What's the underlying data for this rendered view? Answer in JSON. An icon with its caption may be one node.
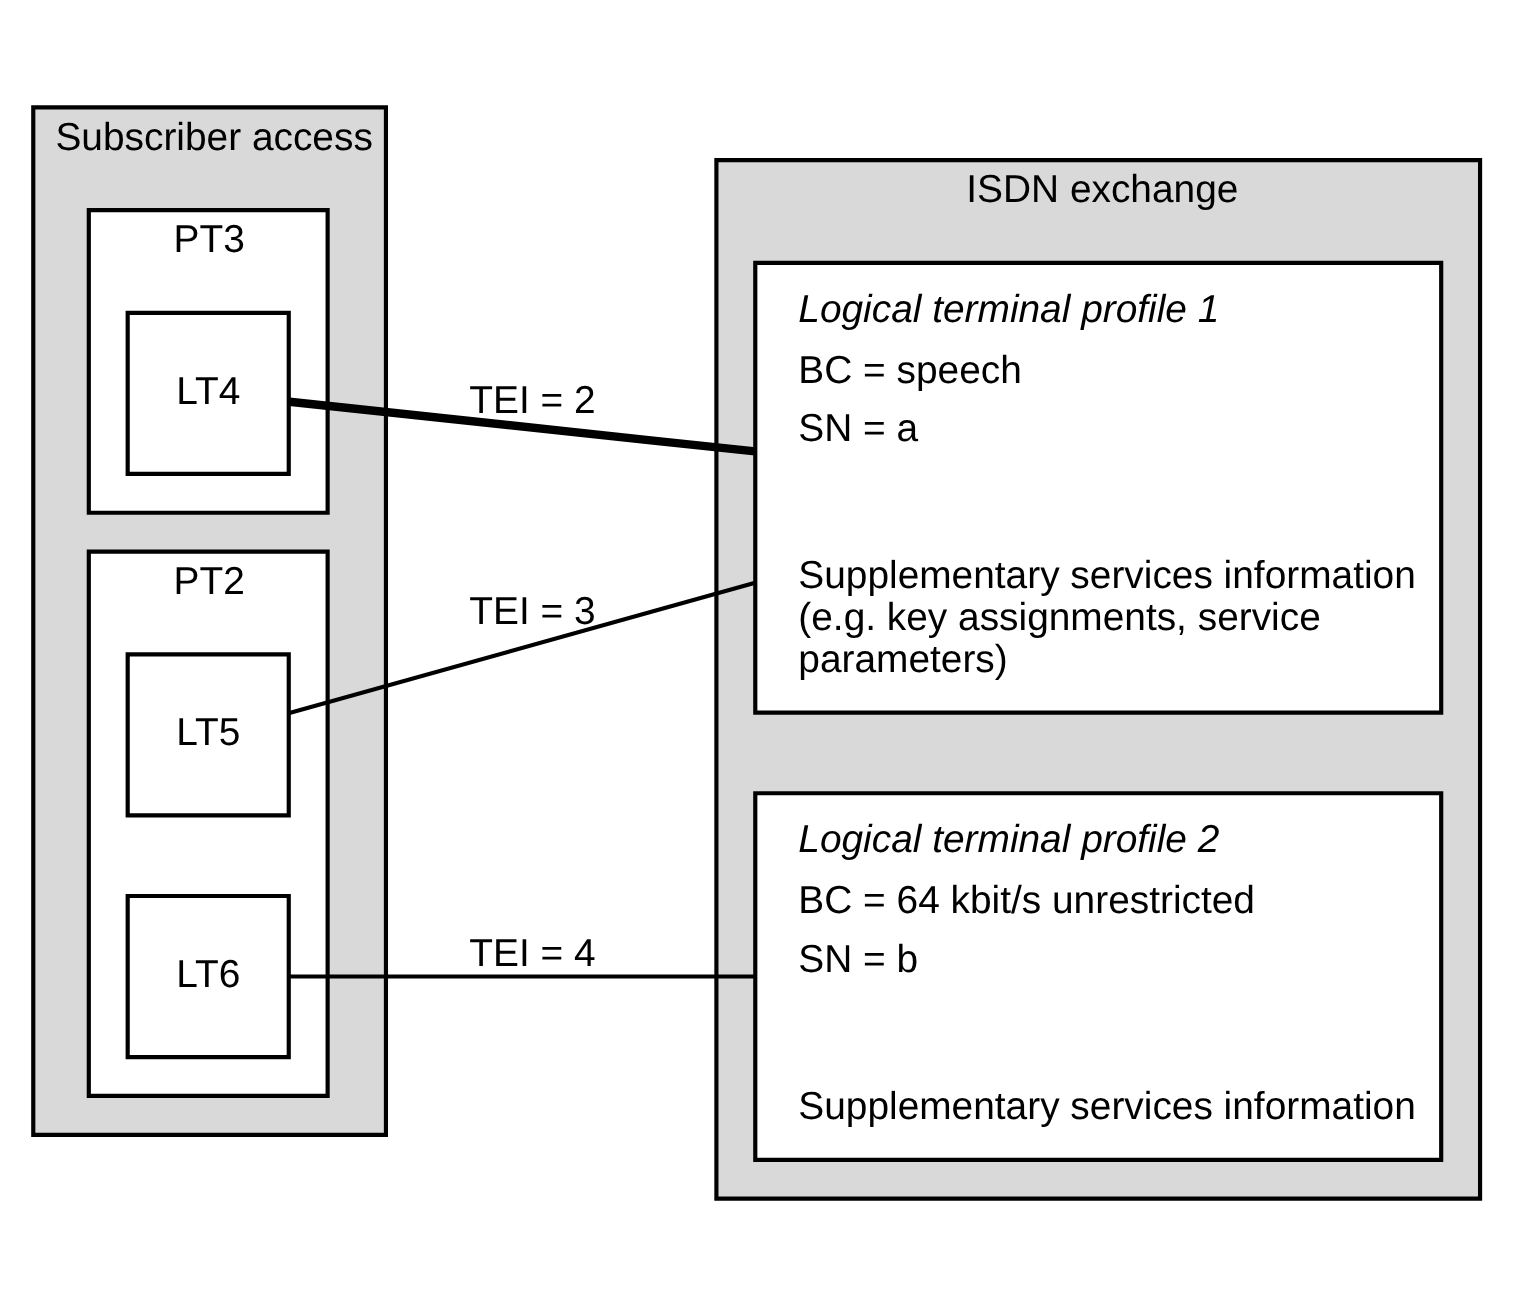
{
  "diagram": {
    "nodes": [
      {
        "text": [
          "Subscriber access"
        ]
      },
      {
        "text": [
          "PT3"
        ],
        "in": 0
      },
      {
        "text": [
          "LT4"
        ],
        "in": 1
      },
      {
        "text": [
          "PT2"
        ],
        "in": 0
      },
      {
        "text": [
          "LT5"
        ],
        "in": 3
      },
      {
        "text": [
          "LT6"
        ],
        "in": 3
      },
      {
        "text": [
          "ISDN exchange"
        ]
      },
      {
        "text": [
          "Logical terminal profile 1",
          "BC = speech",
          "SN = a",
          "Supplementary services information (e.g. key assignments, service parameters)"
        ],
        "in": 6
      },
      {
        "text": [
          "Logical terminal profile 2",
          "BC = 64 kbit/s unrestricted",
          "SN = b",
          "Supplementary services information"
        ],
        "in": 6
      }
    ],
    "edges": [
      {
        "from": 2,
        "to": 7,
        "arrow": "none",
        "label": "TEI = 2",
        "style": "thick"
      },
      {
        "from": 4,
        "to": 7,
        "arrow": "none",
        "label": "TEI = 3"
      },
      {
        "from": 5,
        "to": 8,
        "arrow": "none",
        "label": "TEI = 4"
      }
    ]
  }
}
